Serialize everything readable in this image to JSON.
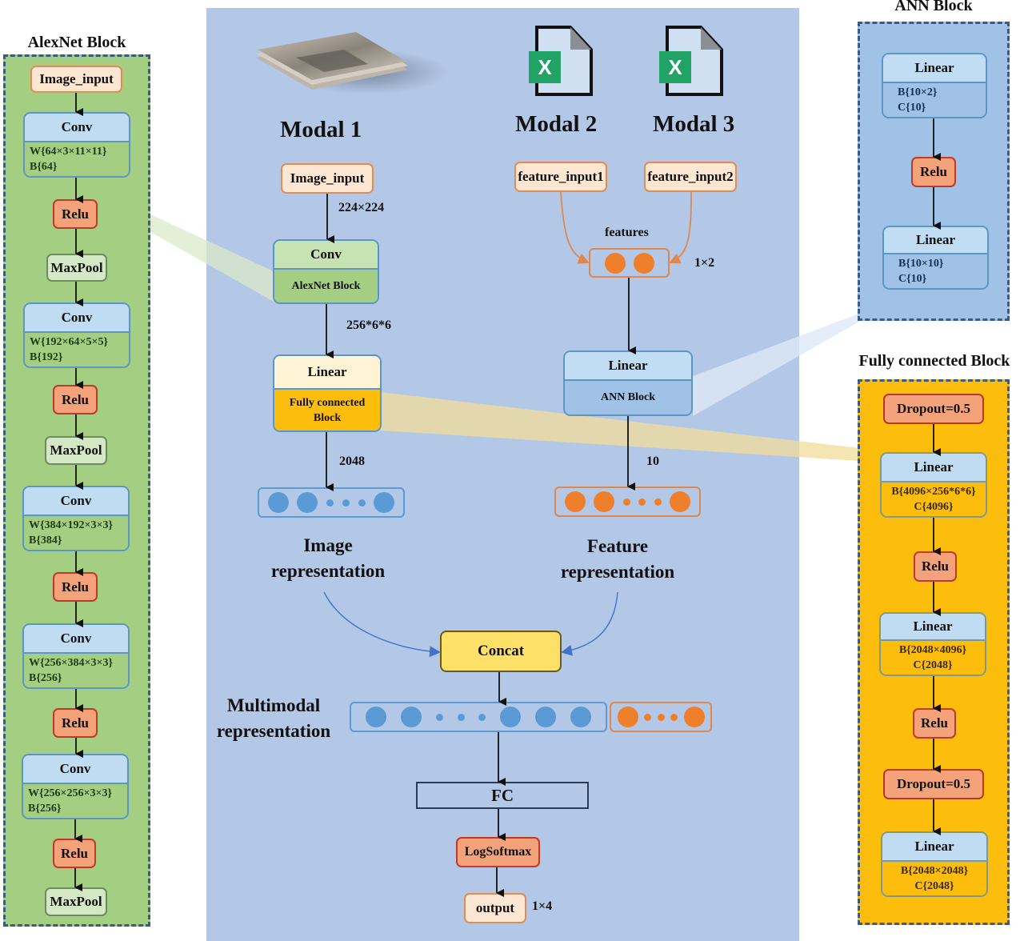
{
  "colors": {
    "center_bg": "#b3c7e6",
    "alexnet_bg": "#a4cf83",
    "ann_bg": "#9fc2e6",
    "fc_bg": "#fdbd0c",
    "relu": "#f4a27a",
    "input": "#fde6d2",
    "concat": "#fde068",
    "vector_blue": "#5b9bd5",
    "vector_orange": "#f07f2c",
    "excel_green": "#21a366",
    "dashed_border": "#3d5a80"
  },
  "alexnet_block": {
    "title": "AlexNet Block",
    "input": "Image_input",
    "layers": [
      {
        "type": "Conv",
        "w": "W{64×3×11×11}",
        "b": "B{64}"
      },
      {
        "type": "Relu"
      },
      {
        "type": "MaxPool"
      },
      {
        "type": "Conv",
        "w": "W{192×64×5×5}",
        "b": "B{192}"
      },
      {
        "type": "Relu"
      },
      {
        "type": "MaxPool"
      },
      {
        "type": "Conv",
        "w": "W{384×192×3×3}",
        "b": "B{384}"
      },
      {
        "type": "Relu"
      },
      {
        "type": "Conv",
        "w": "W{256×384×3×3}",
        "b": "B{256}"
      },
      {
        "type": "Relu"
      },
      {
        "type": "Conv",
        "w": "W{256×256×3×3}",
        "b": "B{256}"
      },
      {
        "type": "Relu"
      },
      {
        "type": "MaxPool"
      }
    ]
  },
  "ann_block": {
    "title": "ANN Block",
    "linear1": {
      "label": "Linear",
      "b": "B{10×2}",
      "c": "C{10}"
    },
    "relu": "Relu",
    "linear2": {
      "label": "Linear",
      "b": "B{10×10}",
      "c": "C{10}"
    }
  },
  "fc_block": {
    "title": "Fully connected Block",
    "dropout1": "Dropout=0.5",
    "linear1": {
      "label": "Linear",
      "b": "B{4096×256*6*6}",
      "c": "C{4096}"
    },
    "relu1": "Relu",
    "linear2": {
      "label": "Linear",
      "b": "B{2048×4096}",
      "c": "C{2048}"
    },
    "relu2": "Relu",
    "dropout2": "Dropout=0.5",
    "linear3": {
      "label": "Linear",
      "b": "B{2048×2048}",
      "c": "C{2048}"
    }
  },
  "main": {
    "modal1": {
      "label": "Modal 1",
      "icon": "image-stack-icon"
    },
    "modal2": {
      "label": "Modal 2",
      "icon": "excel-file-icon",
      "icon_letter": "X"
    },
    "modal3": {
      "label": "Modal 3",
      "icon": "excel-file-icon",
      "icon_letter": "X"
    },
    "image_input": "Image_input",
    "dim_224": "224×224",
    "conv": {
      "head": "Conv",
      "sub": "AlexNet Block"
    },
    "dim_256": "256*6*6",
    "linear_fc": {
      "head": "Linear",
      "sub_line1": "Fully connected",
      "sub_line2": "Block"
    },
    "dim_2048": "2048",
    "image_repr": {
      "line1": "Image",
      "line2": "representation"
    },
    "feature_input1": "feature_input1",
    "feature_input2": "feature_input2",
    "features_label": "features",
    "dim_1x2": "1×2",
    "linear_ann": {
      "head": "Linear",
      "sub": "ANN Block"
    },
    "dim_10": "10",
    "feature_repr": {
      "line1": "Feature",
      "line2": "representation"
    },
    "concat": "Concat",
    "multimodal_repr": {
      "line1": "Multimodal",
      "line2": "representation"
    },
    "fc": "FC",
    "logsoftmax": "LogSoftmax",
    "output": "output",
    "dim_1x4": "1×4"
  }
}
